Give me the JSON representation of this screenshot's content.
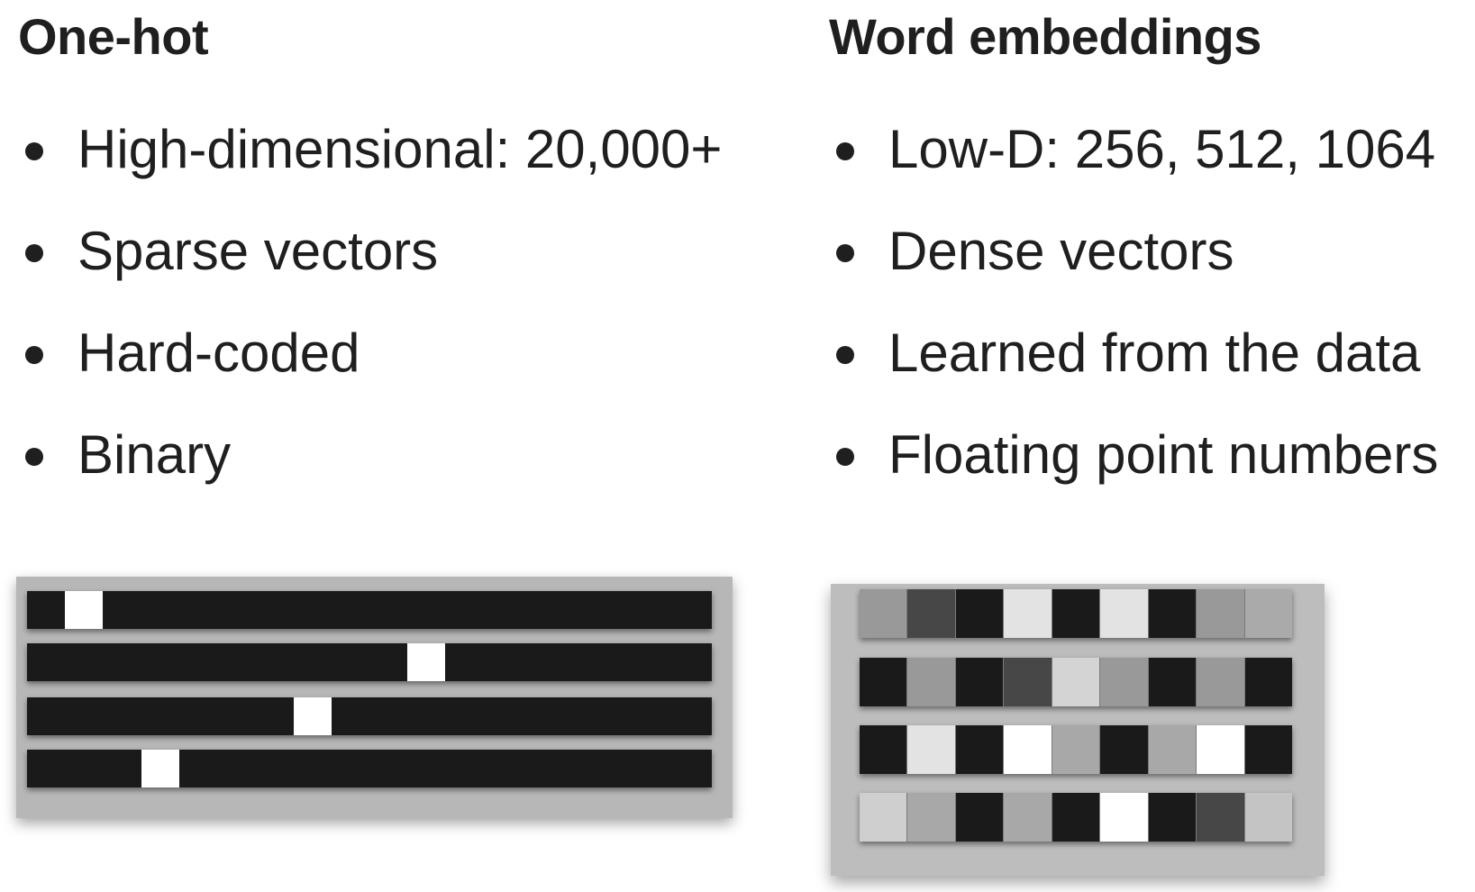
{
  "left": {
    "title": "One-hot",
    "bullets": [
      "High-dimensional: 20,000+",
      "Sparse vectors",
      "Hard-coded",
      "Binary"
    ]
  },
  "right": {
    "title": "Word embeddings",
    "bullets": [
      "Low-D: 256, 512, 1064",
      "Dense vectors",
      "Learned from the data",
      "Floating point numbers"
    ]
  },
  "onehot_illustration": {
    "vector_length": 18,
    "hot_index": [
      1,
      10,
      7,
      3
    ]
  },
  "embedding_illustration": {
    "rows": [
      [
        "#999999",
        "#474747",
        "#1a1a1a",
        "#e3e3e3",
        "#1a1a1a",
        "#e3e3e3",
        "#1a1a1a",
        "#999999",
        "#aaaaaa"
      ],
      [
        "#1a1a1a",
        "#999999",
        "#1a1a1a",
        "#474747",
        "#d4d4d4",
        "#999999",
        "#1a1a1a",
        "#999999",
        "#1a1a1a"
      ],
      [
        "#1a1a1a",
        "#e3e3e3",
        "#1a1a1a",
        "#ffffff",
        "#a8a8a8",
        "#1a1a1a",
        "#a8a8a8",
        "#ffffff",
        "#1a1a1a"
      ],
      [
        "#cfcfcf",
        "#a8a8a8",
        "#1a1a1a",
        "#a8a8a8",
        "#1a1a1a",
        "#ffffff",
        "#1a1a1a",
        "#474747",
        "#c4c4c4"
      ]
    ]
  },
  "colors": {
    "text": "#1f1f1f",
    "vector_off": "#1a1a1a",
    "vector_on": "#ffffff"
  }
}
